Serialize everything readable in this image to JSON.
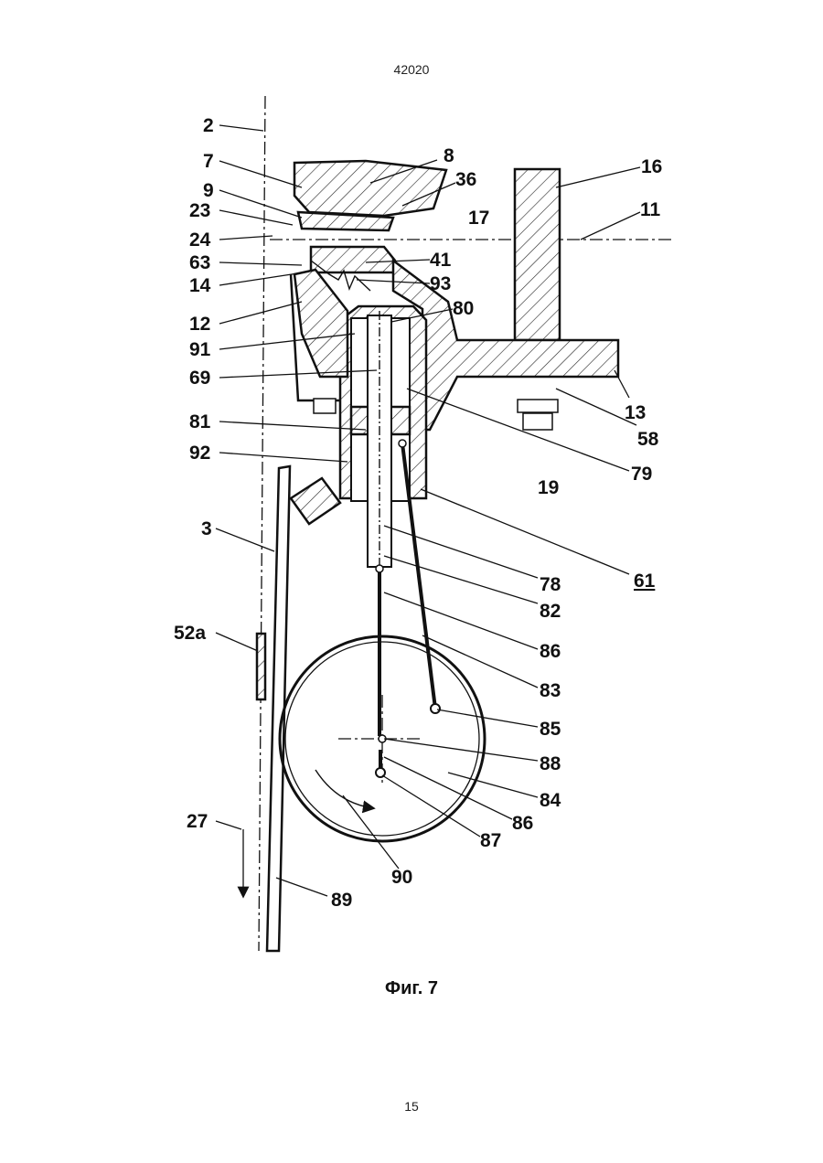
{
  "header": {
    "doc_number": "42020"
  },
  "figure": {
    "caption": "Фиг. 7",
    "labels": {
      "l2": "2",
      "l7": "7",
      "l8": "8",
      "l36": "36",
      "l16": "16",
      "l9": "9",
      "l23": "23",
      "l17": "17",
      "l11": "11",
      "l24": "24",
      "l63": "63",
      "l41": "41",
      "l14": "14",
      "l93": "93",
      "l80": "80",
      "l12": "12",
      "l91": "91",
      "l69": "69",
      "l13": "13",
      "l81": "81",
      "l58": "58",
      "l79": "79",
      "l92": "92",
      "l19": "19",
      "l3": "3",
      "l61": "61",
      "l78": "78",
      "l82": "82",
      "l52a": "52a",
      "l86a": "86",
      "l83": "83",
      "l85": "85",
      "l88": "88",
      "l84": "84",
      "l27": "27",
      "l86b": "86",
      "l87": "87",
      "l90": "90",
      "l89": "89"
    }
  },
  "footer": {
    "page_number": "15"
  }
}
